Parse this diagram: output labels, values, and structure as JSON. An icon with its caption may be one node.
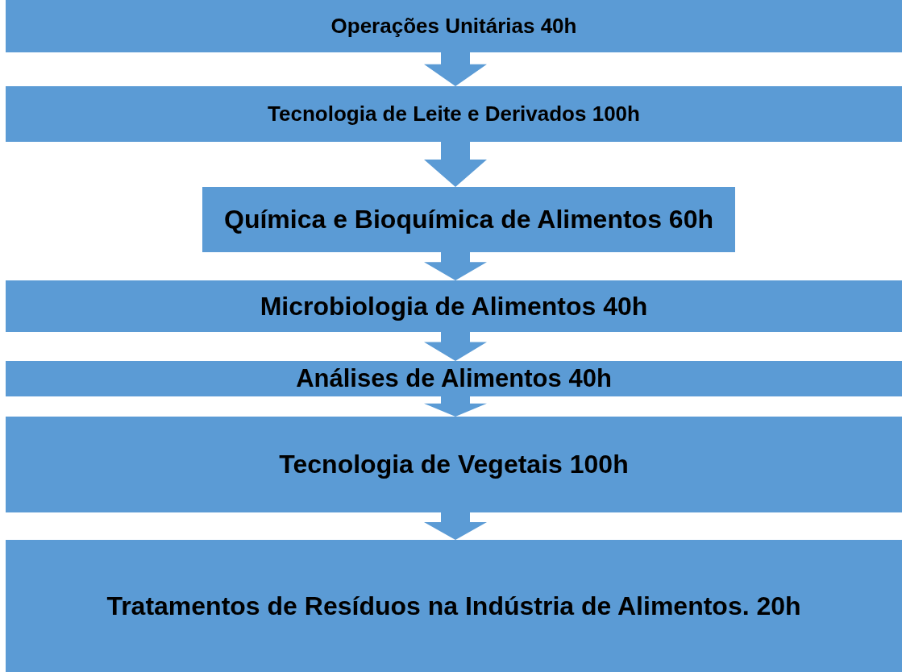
{
  "diagram": {
    "nodes": [
      {
        "text": [
          "Operações Unitárias 40h"
        ]
      },
      {
        "text": [
          "Tecnologia de Leite e Derivados 100h"
        ]
      },
      {
        "text": [
          "Química e Bioquímica de Alimentos 60h"
        ]
      },
      {
        "text": [
          "Microbiologia de Alimentos 40h"
        ]
      },
      {
        "text": [
          "Análises de Alimentos 40h"
        ]
      },
      {
        "text": [
          "Tecnologia de Vegetais 100h"
        ]
      },
      {
        "text": [
          "Tratamentos de Resíduos na Indústria de Alimentos. 20h"
        ]
      }
    ],
    "edges": [
      {
        "from": 0,
        "to": 1,
        "arrow": "to"
      },
      {
        "from": 1,
        "to": 2,
        "arrow": "to"
      },
      {
        "from": 2,
        "to": 3,
        "arrow": "to"
      },
      {
        "from": 3,
        "to": 4,
        "arrow": "to"
      },
      {
        "from": 4,
        "to": 5,
        "arrow": "to"
      },
      {
        "from": 5,
        "to": 6,
        "arrow": "to"
      }
    ]
  }
}
